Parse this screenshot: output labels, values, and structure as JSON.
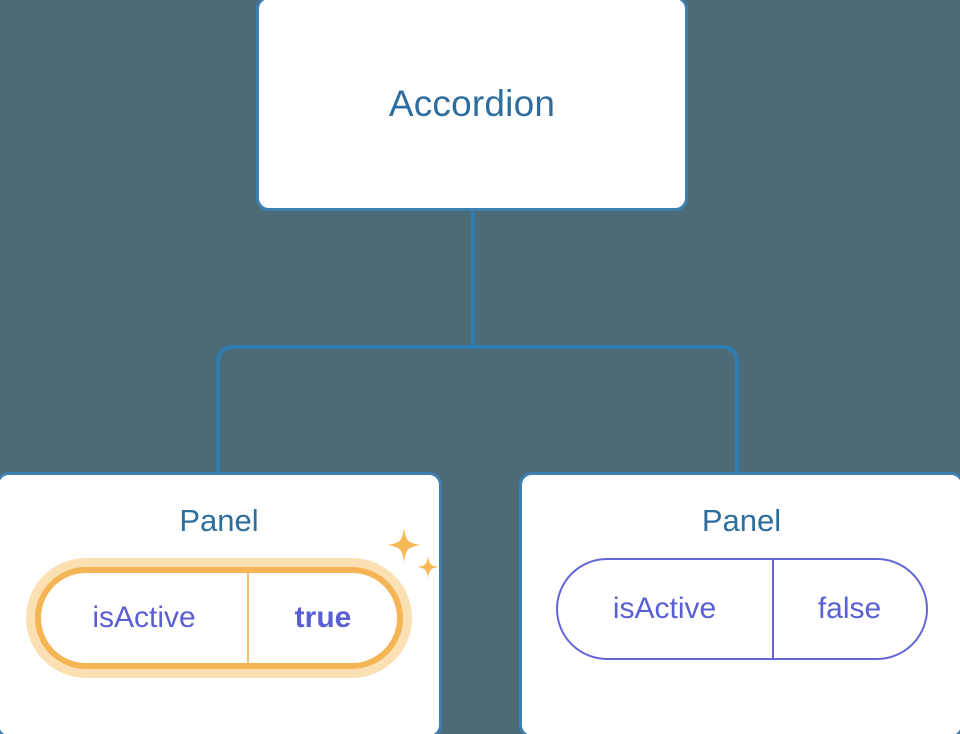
{
  "diagram": {
    "type": "component-tree",
    "background_color": "#4d6b77",
    "node_border_color": "#3d7fb0",
    "node_title_color": "#2e6e9e",
    "prop_text_color": "#5b5fd4",
    "highlight_color": "#f5b555",
    "highlight_glow_color": "#fbe0b4",
    "plain_pill_color": "#6366d8",
    "root": {
      "title": "Accordion"
    },
    "children": [
      {
        "title": "Panel",
        "prop": {
          "key": "isActive",
          "value": "true"
        },
        "highlighted": true,
        "sparkle_icon": "sparkles-icon"
      },
      {
        "title": "Panel",
        "prop": {
          "key": "isActive",
          "value": "false"
        },
        "highlighted": false
      }
    ]
  }
}
